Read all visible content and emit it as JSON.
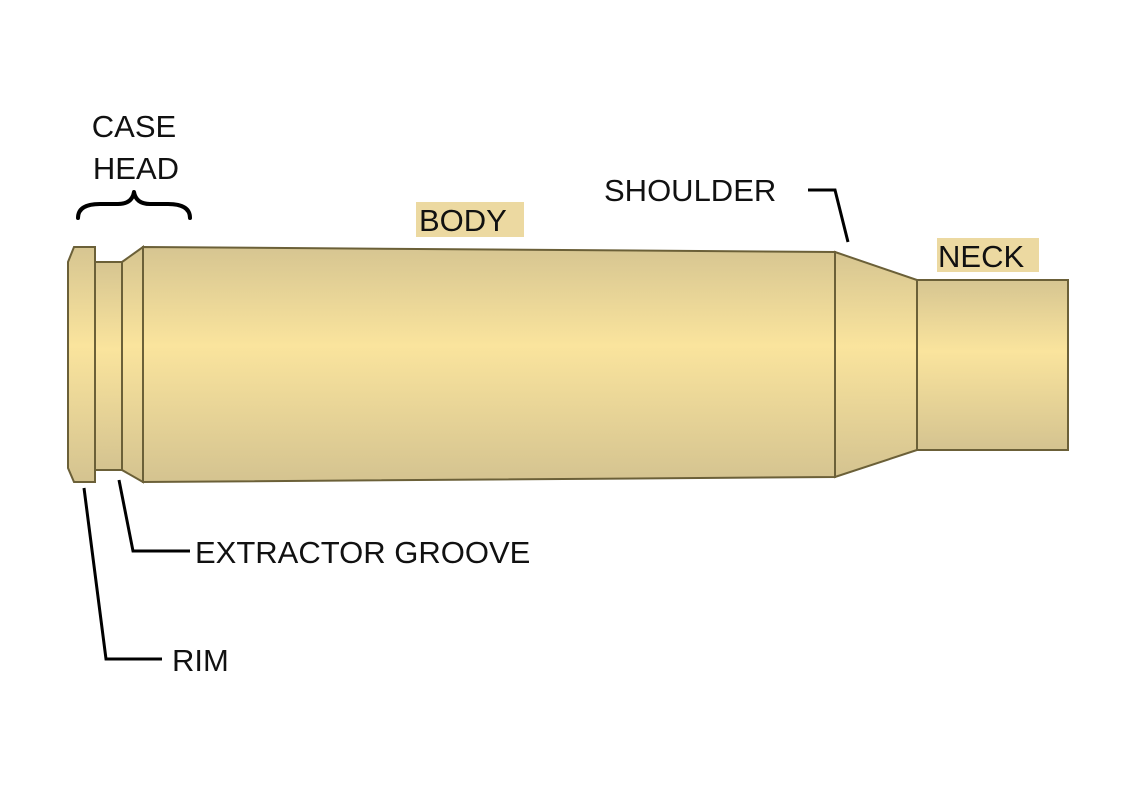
{
  "labels": {
    "case_head_line1": "CASE",
    "case_head_line2": "HEAD",
    "body": "BODY",
    "shoulder": "SHOULDER",
    "neck": "NECK",
    "extractor_groove": "EXTRACTOR GROOVE",
    "rim": "RIM"
  },
  "colors": {
    "brass_light": "#f9e39c",
    "brass_dark": "#d5c491",
    "outline": "#6b6038",
    "label_highlight": "#ecd9a1",
    "leader_line": "#000000"
  }
}
